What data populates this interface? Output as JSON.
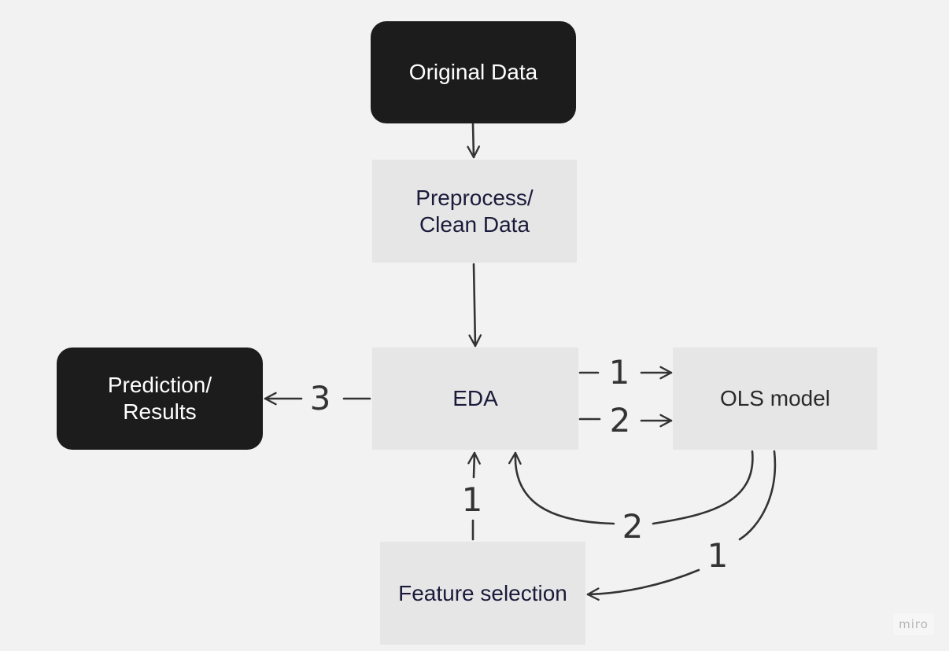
{
  "nodes": {
    "original_data": "Original Data",
    "preprocess": "Preprocess/\nClean Data",
    "eda": "EDA",
    "ols_model": "OLS model",
    "prediction": "Prediction/\nResults",
    "feature_selection": "Feature selection"
  },
  "edge_labels": {
    "eda_to_ols_1": "1",
    "eda_to_ols_2": "2",
    "eda_to_prediction": "3",
    "feature_to_eda": "1",
    "ols_to_eda": "2",
    "ols_to_feature": "1"
  },
  "watermark": "miro",
  "colors": {
    "background": "#f2f2f2",
    "dark_node": "#1c1c1c",
    "light_node": "#e6e6e6",
    "edge": "#333333"
  }
}
